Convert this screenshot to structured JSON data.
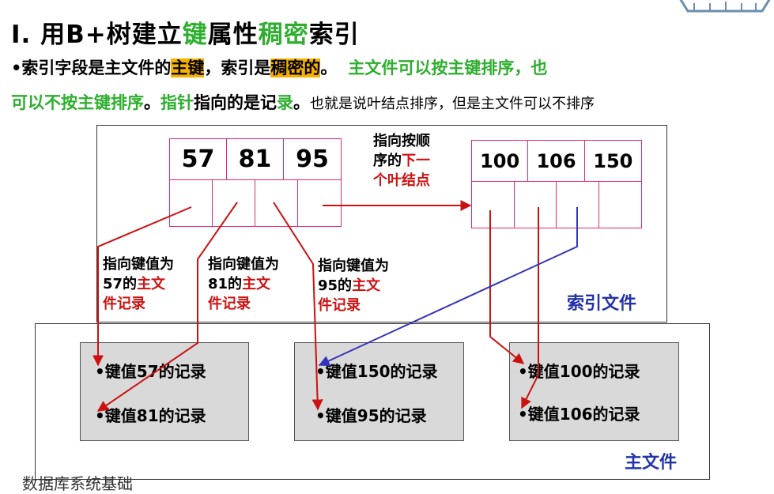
{
  "title": {
    "prefix": "I. 用B+树建立",
    "kw1": "键",
    "mid": "属性",
    "kw2": "稠密",
    "suffix": "索引"
  },
  "desc": {
    "p1": "•索引字段是主文件的",
    "p1_hl": "主键",
    "p2": "，索引是",
    "p2_hl": "稠密的",
    "p3": "。",
    "p4_green": "主文件可以按主键排序，也",
    "p5_green": "可以不按主键排序",
    "p6": "。",
    "p7_green": "指针",
    "p8": "指向的是记",
    "p9_green": "录",
    "p10": "。",
    "p11": "也就是说叶结点排序，但是主文件可以不排序"
  },
  "leaf1_keys": [
    "57",
    "81",
    "95"
  ],
  "leaf2_keys": [
    "100",
    "106",
    "150"
  ],
  "next_leaf_label": {
    "l1": "指向按顺",
    "l2a": "序的",
    "l2b": "下一",
    "l3": "个叶结点"
  },
  "pointer_labels": [
    {
      "l1": "指向键值为",
      "l2a": "57的",
      "l2b": "主文",
      "l3": "件记录"
    },
    {
      "l1": "指向键值为",
      "l2a": "81的",
      "l2b": "主文",
      "l3": "件记录"
    },
    {
      "l1": "指向键值为",
      "l2a": "95的",
      "l2b": "主文",
      "l3": "件记录"
    }
  ],
  "index_file_label": "索引文件",
  "main_file_label": "主文件",
  "records": {
    "block1": [
      "•键值57的记录",
      "•键值81的记录"
    ],
    "block2": [
      "•键值150的记录",
      "•键值95的记录"
    ],
    "block3": [
      "•键值100的记录",
      "•键值106的记录"
    ]
  },
  "footer_partial": "数据库系统基础",
  "colors": {
    "green": "#2eae2e",
    "red": "#cc1111",
    "blue": "#2233aa",
    "pink_border": "#e0287a",
    "highlight": "#f5b000"
  }
}
